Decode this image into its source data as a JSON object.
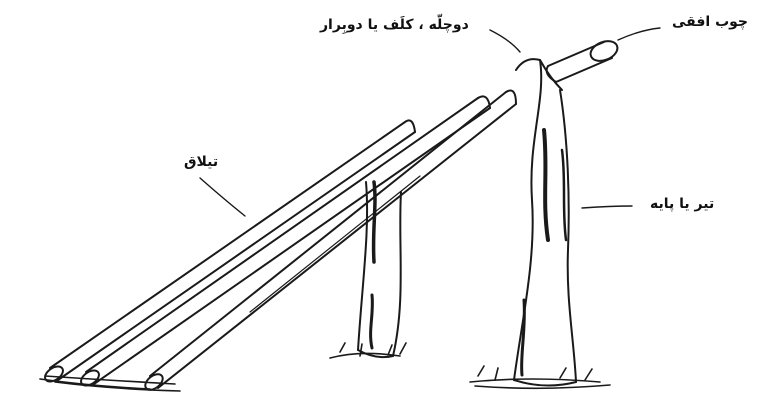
{
  "labels": {
    "horizontal_beam": "چوب افقی",
    "fork": "دوچلّه ، کلَف یا دوبِرار",
    "poles": "تیلاق",
    "post": "تیر یا پایه"
  }
}
